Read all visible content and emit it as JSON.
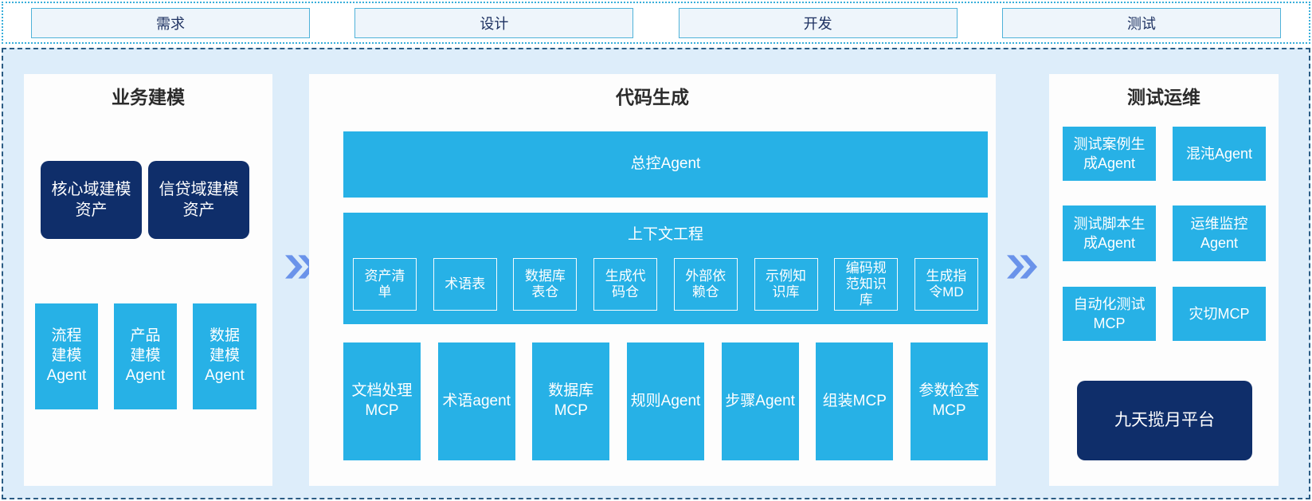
{
  "phases": [
    {
      "label": "需求"
    },
    {
      "label": "设计"
    },
    {
      "label": "开发"
    },
    {
      "label": "测试"
    }
  ],
  "business": {
    "title": "业务建模",
    "assets": [
      {
        "label": "核心域建模\n资产"
      },
      {
        "label": "信贷域建模\n资产"
      }
    ],
    "agents": [
      {
        "label": "流程\n建模\nAgent"
      },
      {
        "label": "产品\n建模\nAgent"
      },
      {
        "label": "数据\n建模\nAgent"
      }
    ]
  },
  "codegen": {
    "title": "代码生成",
    "master_agent": "总控Agent",
    "context": {
      "title": "上下文工程",
      "items": [
        {
          "label": "资产清\n单"
        },
        {
          "label": "术语表"
        },
        {
          "label": "数据库\n表仓"
        },
        {
          "label": "生成代\n码仓"
        },
        {
          "label": "外部依\n赖仓"
        },
        {
          "label": "示例知\n识库"
        },
        {
          "label": "编码规\n范知识\n库"
        },
        {
          "label": "生成指\n令MD"
        }
      ]
    },
    "workers": [
      {
        "label": "文档处理\nMCP"
      },
      {
        "label": "术语agent"
      },
      {
        "label": "数据库\nMCP"
      },
      {
        "label": "规则Agent"
      },
      {
        "label": "步骤Agent"
      },
      {
        "label": "组装MCP"
      },
      {
        "label": "参数检查\nMCP"
      }
    ]
  },
  "testops": {
    "title": "测试运维",
    "boxes": [
      {
        "label": "测试案例生\n成Agent"
      },
      {
        "label": "混沌Agent"
      },
      {
        "label": "测试脚本生\n成Agent"
      },
      {
        "label": "运维监控\nAgent"
      },
      {
        "label": "自动化测试\nMCP"
      },
      {
        "label": "灾切MCP"
      }
    ],
    "platform": "九天揽月平台"
  },
  "icons": {
    "chevron": "double-chevron-right"
  },
  "colors": {
    "cyan": "#27b1e6",
    "navy": "#0f2e6a",
    "chevron_blue": "#6a93ea",
    "container_bg": "#ddedfa",
    "phase_box_bg": "#eef5fb",
    "phase_box_border": "#4fb2d9",
    "top_strip_border": "#38aeda",
    "container_border": "#2b5c84"
  }
}
